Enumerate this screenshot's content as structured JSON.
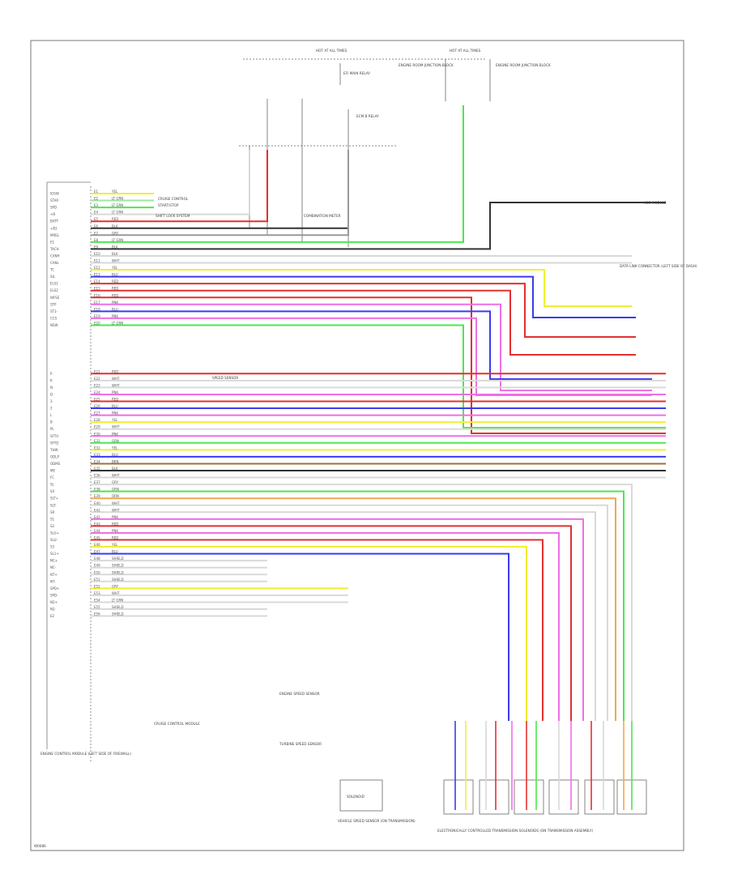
{
  "footer_code": "W0086",
  "blocks": {
    "hot_left": "HOT AT ALL TIMES",
    "hot_right": "HOT AT ALL TIMES",
    "engine_fuse_left": "ENGINE ROOM JUNCTION BLOCK",
    "engine_fuse_right": "ENGINE ROOM JUNCTION BLOCK",
    "relay1": "EFI MAIN RELAY",
    "relay2": "ECM B RELAY",
    "ecm": "ENGINE CONTROL MODULE (LEFT SIDE OF FIREWALL)",
    "dlc": "DATA LINK CONNECTOR (LEFT SIDE OF DASH)",
    "abs": "ABS MODULE",
    "vss": "VEHICLE SPEED SENSOR (ON TRANSMISSION)",
    "solenoids": "ELECTRONICALLY CONTROLLED TRANSMISSION SOLENOIDS (ON TRANSMISSION ASSEMBLY)",
    "solenoid_box": "SOLENOID"
  },
  "notes": {
    "n1": "CRUISE CONTROL",
    "n2": "START/STOP",
    "n3": "SHIFT LOCK SYSTEM",
    "n4": "COMBINATION METER",
    "n5": "SPEED SENSOR",
    "n6": "ENGINE SPEED SENSOR",
    "n7": "TURBINE SPEED SENSOR",
    "n8": "CRUISE CONTROL MODULE"
  },
  "colors": {
    "WHT": "#d9d9d9",
    "RED": "#e23030",
    "PNK": "#f06ee6",
    "BLU": "#3b3bef",
    "GRN": "#4be84b",
    "YEL": "#f2ee32",
    "ORN": "#f2a650",
    "BRN": "#a0703a",
    "GRY": "#999999",
    "BLK": "#333333",
    "LGRN": "#9ee89e",
    "PPL": "#b56ee3",
    "LBLU": "#9bb8f5"
  },
  "ecm_wires": [
    {
      "pin": "IGSW",
      "term": "E1",
      "code": "YEL",
      "color": "YEL"
    },
    {
      "pin": "STAR",
      "term": "E2",
      "code": "LT GRN",
      "color": "LGRN"
    },
    {
      "pin": "SPD",
      "term": "E3",
      "code": "LT GRN",
      "color": "GRN"
    },
    {
      "pin": "+B",
      "term": "E4",
      "code": "LT GRN",
      "color": "WHT"
    },
    {
      "pin": "BATT",
      "term": "E5",
      "code": "RED",
      "color": "RED"
    },
    {
      "pin": "+B2",
      "term": "E6",
      "code": "BLK",
      "color": "BLK"
    },
    {
      "pin": "MREL",
      "term": "E7",
      "code": "GRY",
      "color": "GRY"
    },
    {
      "pin": "E1",
      "term": "E8",
      "code": "LT GRN",
      "color": "GRN"
    },
    {
      "pin": "TACH",
      "term": "E9",
      "code": "BLK",
      "color": "BLK"
    },
    {
      "pin": "CANH",
      "term": "E10",
      "code": "BLK",
      "color": "WHT"
    },
    {
      "pin": "CANL",
      "term": "E11",
      "code": "WHT",
      "color": "WHT"
    },
    {
      "pin": "TC",
      "term": "E12",
      "code": "YEL",
      "color": "YEL"
    },
    {
      "pin": "SIL",
      "term": "E13",
      "code": "BLU",
      "color": "BLU"
    },
    {
      "pin": "ELS1",
      "term": "E14",
      "code": "RED",
      "color": "RED"
    },
    {
      "pin": "ELS2",
      "term": "E15",
      "code": "RED",
      "color": "RED"
    },
    {
      "pin": "WFSE",
      "term": "E16",
      "code": "RED",
      "color": "RED"
    },
    {
      "pin": "STP",
      "term": "E17",
      "code": "PNK",
      "color": "PNK"
    },
    {
      "pin": "ST1-",
      "term": "E18",
      "code": "BLU",
      "color": "BLU"
    },
    {
      "pin": "CCS",
      "term": "E19",
      "code": "PNK",
      "color": "PNK"
    },
    {
      "pin": "NSW",
      "term": "E20",
      "code": "LT GRN",
      "color": "GRN"
    },
    {
      "pin": "",
      "term": "",
      "code": "",
      "color": ""
    },
    {
      "pin": "",
      "term": "",
      "code": "",
      "color": ""
    },
    {
      "pin": "",
      "term": "",
      "code": "",
      "color": ""
    },
    {
      "pin": "",
      "term": "",
      "code": "",
      "color": ""
    },
    {
      "pin": "",
      "term": "",
      "code": "",
      "color": ""
    },
    {
      "pin": "",
      "term": "",
      "code": "",
      "color": ""
    },
    {
      "pin": "P",
      "term": "E21",
      "code": "RED",
      "color": "RED"
    },
    {
      "pin": "R",
      "term": "E22",
      "code": "WHT",
      "color": "WHT"
    },
    {
      "pin": "N",
      "term": "E23",
      "code": "WHT",
      "color": "WHT"
    },
    {
      "pin": "D",
      "term": "E24",
      "code": "PNK",
      "color": "PNK"
    },
    {
      "pin": "3",
      "term": "E25",
      "code": "RED",
      "color": "RED"
    },
    {
      "pin": "2",
      "term": "E26",
      "code": "BLU",
      "color": "BLU"
    },
    {
      "pin": "L",
      "term": "E27",
      "code": "PNK",
      "color": "PNK"
    },
    {
      "pin": "B",
      "term": "E28",
      "code": "YEL",
      "color": "YEL"
    },
    {
      "pin": "PL",
      "term": "E29",
      "code": "WHT",
      "color": "WHT"
    },
    {
      "pin": "SFTU",
      "term": "E30",
      "code": "PNK",
      "color": "PNK"
    },
    {
      "pin": "SFTD",
      "term": "E31",
      "code": "GRN",
      "color": "GRN"
    },
    {
      "pin": "THW",
      "term": "E32",
      "code": "YEL",
      "color": "YEL"
    },
    {
      "pin": "ODLP",
      "term": "E33",
      "code": "BLU",
      "color": "BLU"
    },
    {
      "pin": "ODMS",
      "term": "E34",
      "code": "BRN",
      "color": "BRN"
    },
    {
      "pin": "ME",
      "term": "E35",
      "code": "BLK",
      "color": "BLK"
    },
    {
      "pin": "FC",
      "term": "E36",
      "code": "WHT",
      "color": "WHT"
    },
    {
      "pin": "SL",
      "term": "E37",
      "code": "GRY",
      "color": "WHT"
    },
    {
      "pin": "S4",
      "term": "E38",
      "code": "GRN",
      "color": "GRN"
    },
    {
      "pin": "SLT+",
      "term": "E39",
      "code": "ORN",
      "color": "ORN"
    },
    {
      "pin": "SLT-",
      "term": "E40",
      "code": "WHT",
      "color": "WHT"
    },
    {
      "pin": "SR",
      "term": "E41",
      "code": "WHT",
      "color": "WHT"
    },
    {
      "pin": "S1",
      "term": "E42",
      "code": "PNK",
      "color": "PNK"
    },
    {
      "pin": "S2",
      "term": "E43",
      "code": "RED",
      "color": "RED"
    },
    {
      "pin": "SLU+",
      "term": "E44",
      "code": "PNK",
      "color": "PNK"
    },
    {
      "pin": "SLU-",
      "term": "E45",
      "code": "RED",
      "color": "RED"
    },
    {
      "pin": "S3",
      "term": "E46",
      "code": "YEL",
      "color": "YEL"
    },
    {
      "pin": "SL1+",
      "term": "E47",
      "code": "BLU",
      "color": "BLU"
    },
    {
      "pin": "NC+",
      "term": "E48",
      "code": "SHIELD",
      "color": "WHT"
    },
    {
      "pin": "NC-",
      "term": "E49",
      "code": "SHIELD",
      "color": "WHT"
    },
    {
      "pin": "NT+",
      "term": "E50",
      "code": "SHIELD",
      "color": "WHT"
    },
    {
      "pin": "NT-",
      "term": "E51",
      "code": "SHIELD",
      "color": "WHT"
    },
    {
      "pin": "SPD+",
      "term": "E52",
      "code": "GRY",
      "color": "YEL"
    },
    {
      "pin": "SPD-",
      "term": "E53",
      "code": "WHT",
      "color": "WHT"
    },
    {
      "pin": "N2+",
      "term": "E54",
      "code": "LT GRN",
      "color": "WHT"
    },
    {
      "pin": "N2-",
      "term": "E55",
      "code": "SHIELD",
      "color": "WHT"
    },
    {
      "pin": "E2",
      "term": "E56",
      "code": "SHIELD",
      "color": "WHT"
    }
  ]
}
